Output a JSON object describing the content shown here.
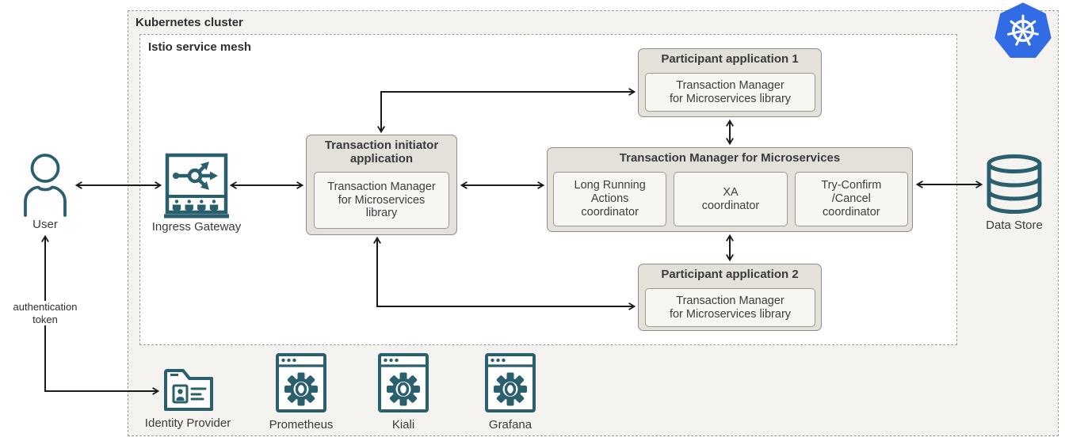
{
  "colors": {
    "teal": "#2a5f6d",
    "kubernetes_blue": "#326ce5",
    "node_fill": "#e4e1db",
    "node_inner_fill": "#f7f6f3",
    "cluster_fill": "#f4f3f0",
    "connector": "#1a1a1a"
  },
  "cluster": {
    "kubernetes_label": "Kubernetes cluster",
    "istio_label": "Istio service mesh"
  },
  "nodes": {
    "user": {
      "label": "User"
    },
    "ingress_gateway": {
      "label": "Ingress Gateway"
    },
    "transaction_initiator": {
      "title": "Transaction initiator\napplication",
      "library": "Transaction Manager\nfor Microservices\nlibrary"
    },
    "participant1": {
      "title": "Participant application 1",
      "library": "Transaction Manager\nfor Microservices library"
    },
    "participant2": {
      "title": "Participant application 2",
      "library": "Transaction Manager\nfor Microservices library"
    },
    "tmm": {
      "title": "Transaction Manager for Microservices",
      "coordinators": [
        "Long Running\nActions\ncoordinator",
        "XA\ncoordinator",
        "Try-Confirm\n/Cancel\ncoordinator"
      ]
    },
    "data_store": {
      "label": "Data Store"
    },
    "identity_provider": {
      "label": "Identity Provider"
    },
    "prometheus": {
      "label": "Prometheus"
    },
    "kiali": {
      "label": "Kiali"
    },
    "grafana": {
      "label": "Grafana"
    }
  },
  "edges": {
    "auth_token_label": "authentication\ntoken"
  }
}
